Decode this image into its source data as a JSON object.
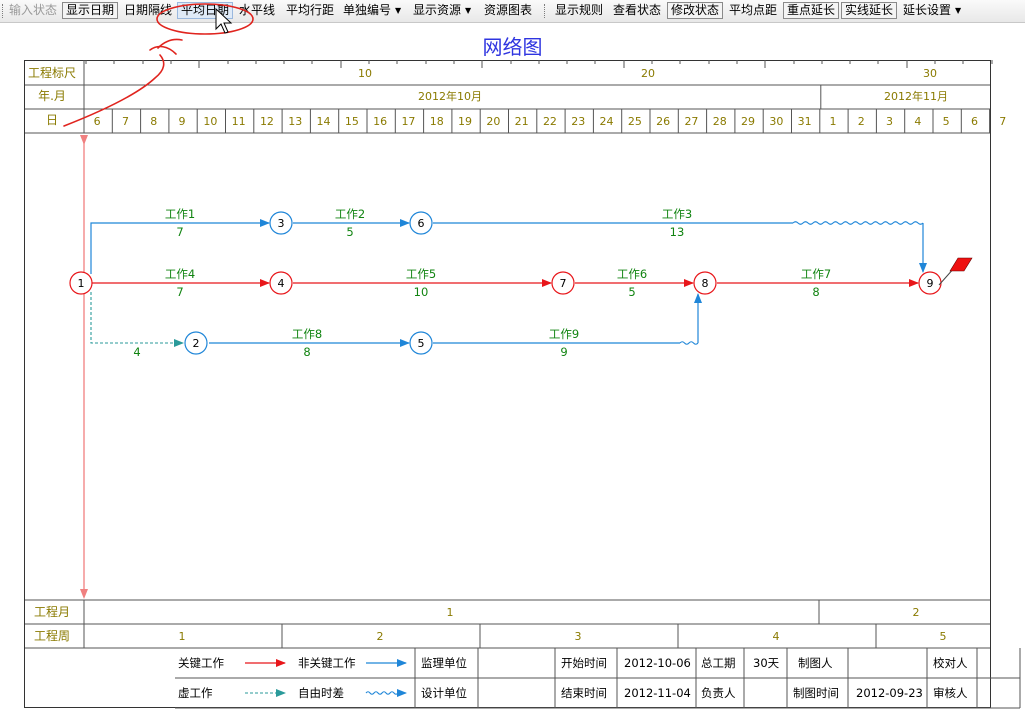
{
  "toolbar": {
    "items": [
      {
        "label": "输入状态",
        "state": "disabled"
      },
      {
        "label": "显示日期",
        "state": "pressed"
      },
      {
        "label": "日期隔线",
        "state": "normal"
      },
      {
        "label": "平均日期",
        "state": "hot"
      },
      {
        "label": "水平线",
        "state": "normal"
      },
      {
        "label": "平均行距",
        "state": "normal"
      },
      {
        "label": "单独编号",
        "state": "normal",
        "dropdown": true
      },
      {
        "label": "显示资源",
        "state": "normal",
        "dropdown": true
      },
      {
        "label": "资源图表",
        "state": "normal"
      },
      {
        "label": "显示规则",
        "state": "normal"
      },
      {
        "label": "查看状态",
        "state": "normal"
      },
      {
        "label": "修改状态",
        "state": "pressed"
      },
      {
        "label": "平均点距",
        "state": "normal"
      },
      {
        "label": "重点延长",
        "state": "pressed"
      },
      {
        "label": "实线延长",
        "state": "pressed"
      },
      {
        "label": "延长设置",
        "state": "normal",
        "dropdown": true
      }
    ]
  },
  "title": "网络图",
  "scale": {
    "row_label": "工程标尺",
    "ticks": [
      "10",
      "20",
      "30"
    ]
  },
  "month_row": {
    "label": "年.月",
    "months": [
      "2012年10月",
      "2012年11月"
    ]
  },
  "day_row": {
    "label": "日",
    "days": [
      "6",
      "7",
      "8",
      "9",
      "10",
      "11",
      "12",
      "13",
      "14",
      "15",
      "16",
      "17",
      "18",
      "19",
      "20",
      "21",
      "22",
      "23",
      "24",
      "25",
      "26",
      "27",
      "28",
      "29",
      "30",
      "31",
      "1",
      "2",
      "3",
      "4",
      "5",
      "6",
      "7"
    ]
  },
  "network": {
    "nodes": [
      {
        "id": "1",
        "critical": true
      },
      {
        "id": "2",
        "critical": false
      },
      {
        "id": "3",
        "critical": false
      },
      {
        "id": "4",
        "critical": true
      },
      {
        "id": "5",
        "critical": false
      },
      {
        "id": "6",
        "critical": false
      },
      {
        "id": "7",
        "critical": true
      },
      {
        "id": "8",
        "critical": true
      },
      {
        "id": "9",
        "critical": true
      }
    ],
    "activities": [
      {
        "name": "工作1",
        "duration": "7",
        "from": "1",
        "to": "3",
        "critical": false
      },
      {
        "name": "工作2",
        "duration": "5",
        "from": "3",
        "to": "6",
        "critical": false
      },
      {
        "name": "工作3",
        "duration": "13",
        "from": "6",
        "to": "9",
        "critical": false
      },
      {
        "name": "工作4",
        "duration": "7",
        "from": "1",
        "to": "4",
        "critical": true
      },
      {
        "name": "工作5",
        "duration": "10",
        "from": "4",
        "to": "7",
        "critical": true
      },
      {
        "name": "工作6",
        "duration": "5",
        "from": "7",
        "to": "8",
        "critical": true
      },
      {
        "name": "工作7",
        "duration": "8",
        "from": "8",
        "to": "9",
        "critical": true
      },
      {
        "name": "",
        "duration": "4",
        "from": "1",
        "to": "2",
        "critical": false,
        "dummy": true
      },
      {
        "name": "工作8",
        "duration": "8",
        "from": "2",
        "to": "5",
        "critical": false
      },
      {
        "name": "工作9",
        "duration": "9",
        "from": "5",
        "to": "8",
        "critical": false
      }
    ]
  },
  "project_month": {
    "label": "工程月",
    "values": [
      "1",
      "2"
    ]
  },
  "project_week": {
    "label": "工程周",
    "values": [
      "1",
      "2",
      "3",
      "4",
      "5"
    ]
  },
  "legend": {
    "critical": "关键工作",
    "noncritical": "非关键工作",
    "dummy": "虚工作",
    "free_float": "自由时差"
  },
  "info": {
    "supervisor_label": "监理单位",
    "designer_label": "设计单位",
    "start_label": "开始时间",
    "start_value": "2012-10-06",
    "end_label": "结束时间",
    "end_value": "2012-11-04",
    "duration_label": "总工期",
    "duration_value": "30天",
    "manager_label": "负责人",
    "drafter_label": "制图人",
    "draw_time_label": "制图时间",
    "draw_time_value": "2012-09-23",
    "checker_label": "校对人",
    "reviewer_label": "审核人"
  },
  "colors": {
    "critical": "#e8161a",
    "noncritical": "#1f86d8",
    "dummy": "#2a9a9a",
    "label": "#118411",
    "header_text": "#8a7a00",
    "title": "#2f35e0",
    "annotation": "#e0241e"
  }
}
